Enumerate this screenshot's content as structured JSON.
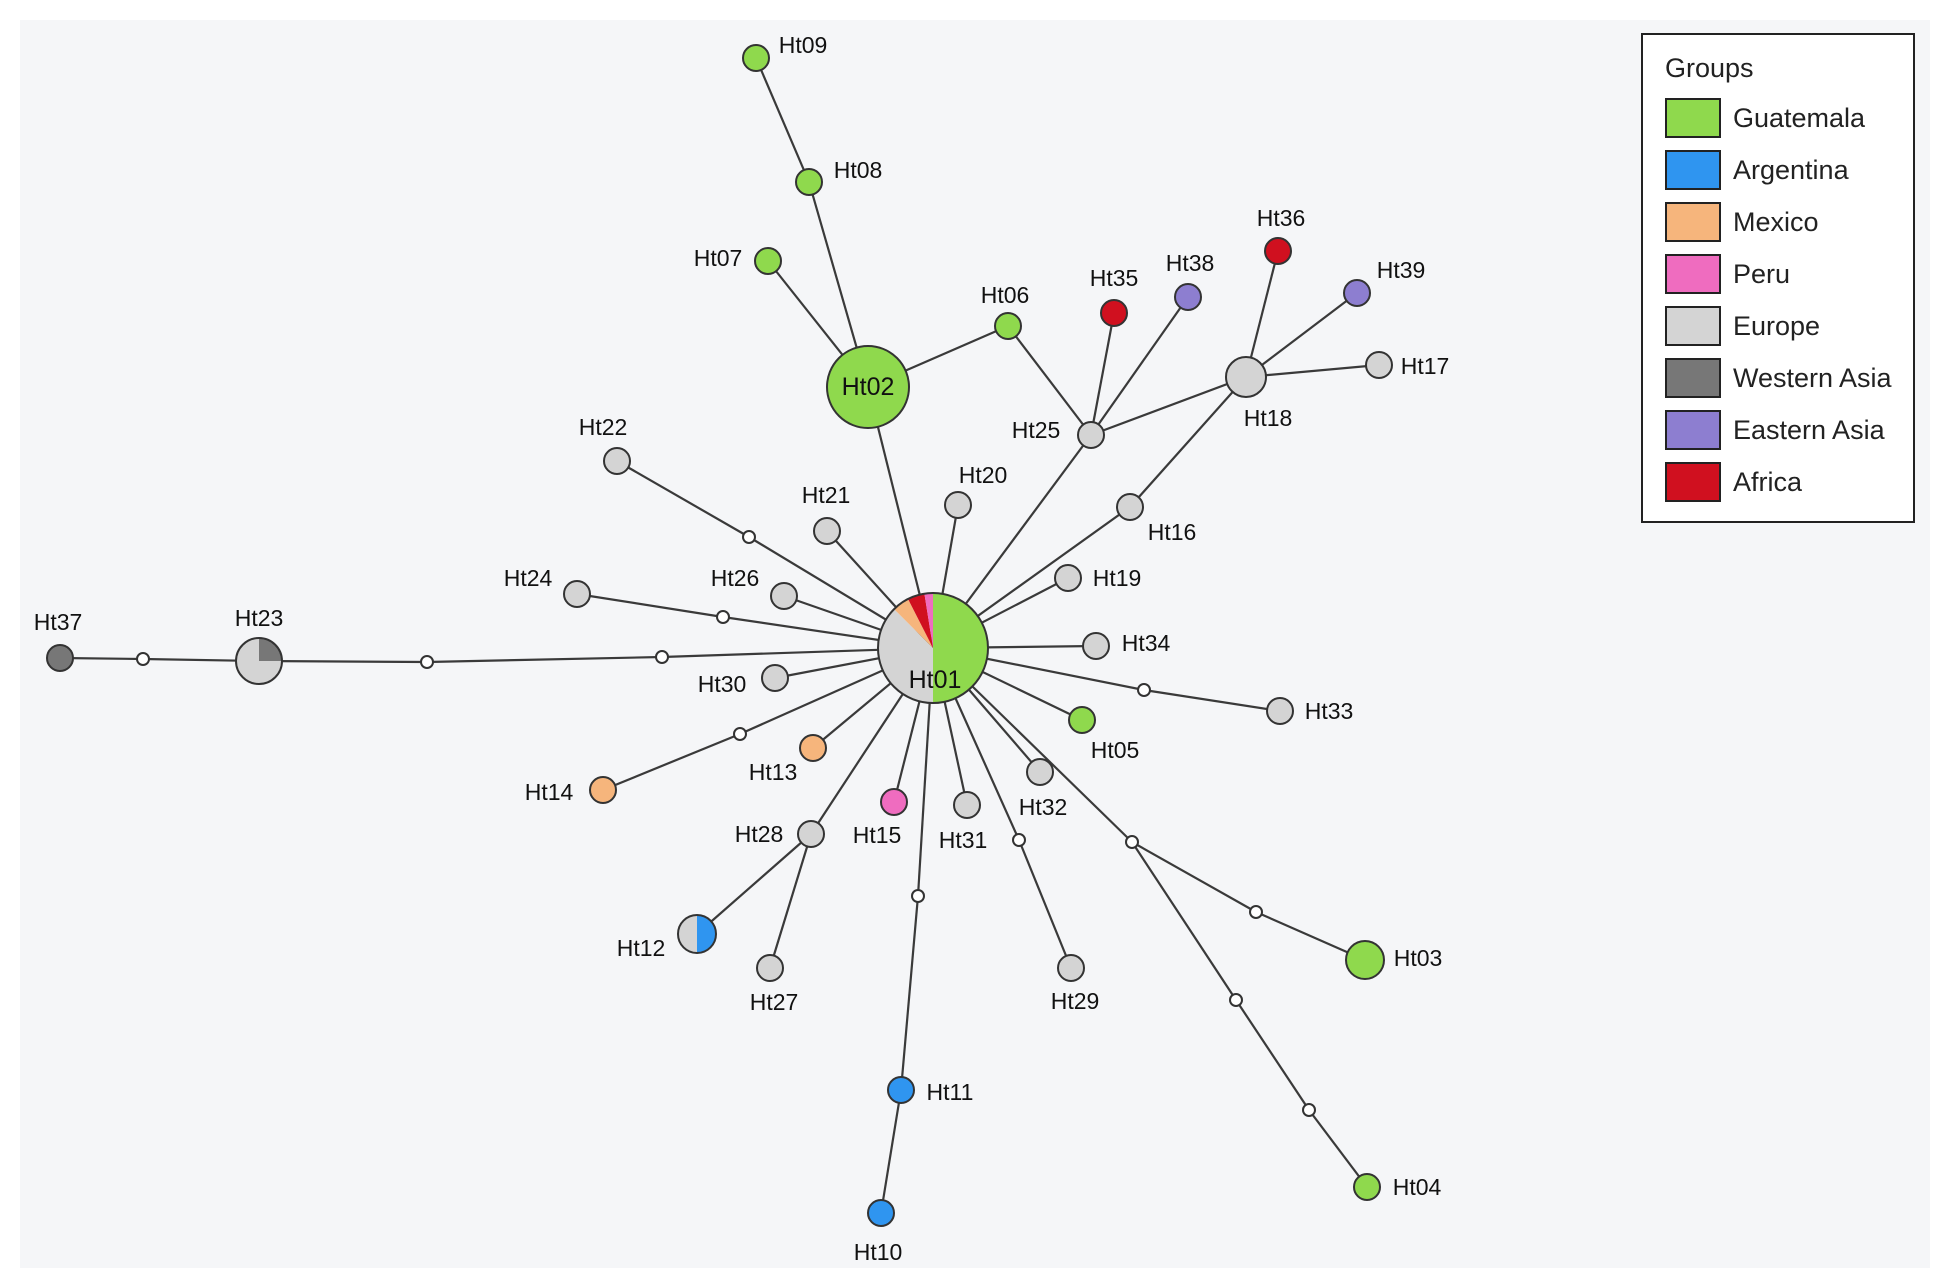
{
  "legend": {
    "title": "Groups",
    "items": [
      {
        "label": "Guatemala",
        "color": "#8fd94d"
      },
      {
        "label": "Argentina",
        "color": "#2f95f0"
      },
      {
        "label": "Mexico",
        "color": "#f6b57c"
      },
      {
        "label": "Peru",
        "color": "#ef6cbf"
      },
      {
        "label": "Europe",
        "color": "#d4d4d4"
      },
      {
        "label": "Western Asia",
        "color": "#777777"
      },
      {
        "label": "Eastern Asia",
        "color": "#8d7ed0"
      },
      {
        "label": "Africa",
        "color": "#d0101f"
      }
    ]
  },
  "haplotypes": [
    {
      "id": "Ht01",
      "composition": {
        "Guatemala": 0.5,
        "Europe": 0.375,
        "Mexico": 0.05,
        "Africa": 0.05,
        "Peru": 0.025
      }
    },
    {
      "id": "Ht02",
      "composition": {
        "Guatemala": 1
      }
    },
    {
      "id": "Ht03",
      "composition": {
        "Guatemala": 1
      }
    },
    {
      "id": "Ht04",
      "composition": {
        "Guatemala": 1
      }
    },
    {
      "id": "Ht05",
      "composition": {
        "Guatemala": 1
      }
    },
    {
      "id": "Ht06",
      "composition": {
        "Guatemala": 1
      }
    },
    {
      "id": "Ht07",
      "composition": {
        "Guatemala": 1
      }
    },
    {
      "id": "Ht08",
      "composition": {
        "Guatemala": 1
      }
    },
    {
      "id": "Ht09",
      "composition": {
        "Guatemala": 1
      }
    },
    {
      "id": "Ht10",
      "composition": {
        "Argentina": 1
      }
    },
    {
      "id": "Ht11",
      "composition": {
        "Argentina": 1
      }
    },
    {
      "id": "Ht12",
      "composition": {
        "Argentina": 0.5,
        "Europe": 0.5
      }
    },
    {
      "id": "Ht13",
      "composition": {
        "Mexico": 1
      }
    },
    {
      "id": "Ht14",
      "composition": {
        "Mexico": 1
      }
    },
    {
      "id": "Ht15",
      "composition": {
        "Peru": 1
      }
    },
    {
      "id": "Ht16",
      "composition": {
        "Europe": 1
      }
    },
    {
      "id": "Ht17",
      "composition": {
        "Europe": 1
      }
    },
    {
      "id": "Ht18",
      "composition": {
        "Europe": 1
      }
    },
    {
      "id": "Ht19",
      "composition": {
        "Europe": 1
      }
    },
    {
      "id": "Ht20",
      "composition": {
        "Europe": 1
      }
    },
    {
      "id": "Ht21",
      "composition": {
        "Europe": 1
      }
    },
    {
      "id": "Ht22",
      "composition": {
        "Europe": 1
      }
    },
    {
      "id": "Ht23",
      "composition": {
        "Western Asia": 0.25,
        "Europe": 0.75
      }
    },
    {
      "id": "Ht24",
      "composition": {
        "Europe": 1
      }
    },
    {
      "id": "Ht25",
      "composition": {
        "Europe": 1
      }
    },
    {
      "id": "Ht26",
      "composition": {
        "Europe": 1
      }
    },
    {
      "id": "Ht27",
      "composition": {
        "Europe": 1
      }
    },
    {
      "id": "Ht28",
      "composition": {
        "Europe": 1
      }
    },
    {
      "id": "Ht29",
      "composition": {
        "Europe": 1
      }
    },
    {
      "id": "Ht30",
      "composition": {
        "Europe": 1
      }
    },
    {
      "id": "Ht31",
      "composition": {
        "Europe": 1
      }
    },
    {
      "id": "Ht32",
      "composition": {
        "Europe": 1
      }
    },
    {
      "id": "Ht33",
      "composition": {
        "Europe": 1
      }
    },
    {
      "id": "Ht34",
      "composition": {
        "Europe": 1
      }
    },
    {
      "id": "Ht35",
      "composition": {
        "Africa": 1
      }
    },
    {
      "id": "Ht36",
      "composition": {
        "Africa": 1
      }
    },
    {
      "id": "Ht37",
      "composition": {
        "Western Asia": 1
      }
    },
    {
      "id": "Ht38",
      "composition": {
        "Eastern Asia": 1
      }
    },
    {
      "id": "Ht39",
      "composition": {
        "Eastern Asia": 1
      }
    }
  ],
  "links": [
    [
      "Ht01",
      "Ht02"
    ],
    [
      "Ht02",
      "Ht07"
    ],
    [
      "Ht02",
      "Ht08"
    ],
    [
      "Ht08",
      "Ht09"
    ],
    [
      "Ht02",
      "Ht06"
    ],
    [
      "Ht06",
      "Ht25"
    ],
    [
      "Ht25",
      "Ht35"
    ],
    [
      "Ht25",
      "Ht38"
    ],
    [
      "Ht25",
      "Ht18"
    ],
    [
      "Ht01",
      "Ht25"
    ],
    [
      "Ht18",
      "Ht36"
    ],
    [
      "Ht18",
      "Ht39"
    ],
    [
      "Ht18",
      "Ht17"
    ],
    [
      "Ht18",
      "Ht16"
    ],
    [
      "Ht16",
      "Ht01"
    ],
    [
      "Ht01",
      "Ht20"
    ],
    [
      "Ht01",
      "Ht21"
    ],
    [
      "Ht01",
      "Ht19"
    ],
    [
      "Ht01",
      "Ht34"
    ],
    [
      "Ht01",
      "Ht26"
    ],
    [
      "Ht01",
      "Ht30"
    ],
    [
      "Ht01",
      "Ht13"
    ],
    [
      "Ht01",
      "Ht15"
    ],
    [
      "Ht01",
      "Ht31"
    ],
    [
      "Ht01",
      "Ht32"
    ],
    [
      "Ht01",
      "Ht05"
    ],
    [
      "Ht01",
      "Ht28"
    ],
    [
      "Ht28",
      "Ht12"
    ],
    [
      "Ht28",
      "Ht27"
    ],
    [
      "Ht11",
      "Ht10"
    ],
    [
      "Ht01",
      "mv1"
    ],
    [
      "mv1",
      "Ht22"
    ],
    [
      "Ht01",
      "mv2"
    ],
    [
      "mv2",
      "Ht24"
    ],
    [
      "Ht01",
      "mv3"
    ],
    [
      "mv3",
      "mv4"
    ],
    [
      "mv4",
      "Ht23"
    ],
    [
      "Ht23",
      "mv5"
    ],
    [
      "mv5",
      "Ht37"
    ],
    [
      "Ht01",
      "mv6"
    ],
    [
      "mv6",
      "Ht14"
    ],
    [
      "Ht01",
      "mv7"
    ],
    [
      "mv7",
      "Ht11"
    ],
    [
      "Ht01",
      "mv8"
    ],
    [
      "mv8",
      "Ht29"
    ],
    [
      "Ht01",
      "mv9"
    ],
    [
      "mv9",
      "Ht33"
    ],
    [
      "Ht01",
      "mv10"
    ],
    [
      "mv10",
      "mv11"
    ],
    [
      "mv11",
      "Ht03"
    ],
    [
      "mv10",
      "mv12"
    ],
    [
      "mv12",
      "mv13"
    ],
    [
      "mv13",
      "Ht04"
    ]
  ]
}
